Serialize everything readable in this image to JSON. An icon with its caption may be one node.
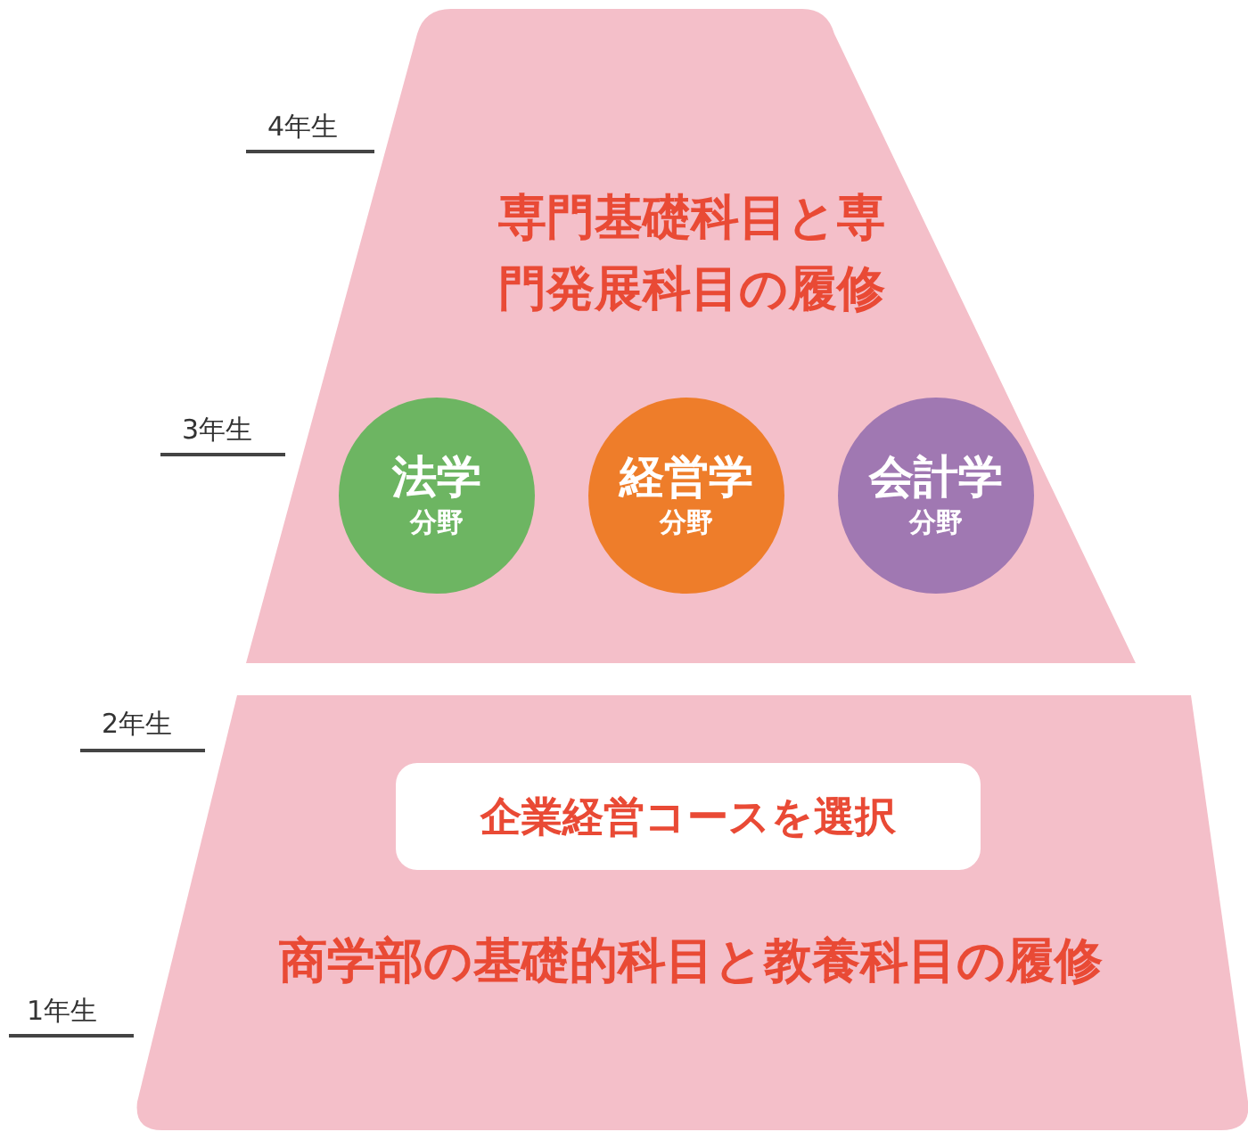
{
  "diagram": {
    "nodes": [
      {
        "text": [
          "専門基礎科目と専門発展科目の履修"
        ]
      },
      {
        "text": [
          "法学",
          "分野"
        ],
        "in": 0
      },
      {
        "text": [
          "経営学",
          "分野"
        ],
        "in": 0
      },
      {
        "text": [
          "会計学",
          "分野"
        ],
        "in": 0
      },
      {
        "text": [
          "商学部の基礎的科目と教養科目の履修"
        ]
      },
      {
        "text": [
          "企業経営コースを選択"
        ],
        "in": 4
      }
    ],
    "edges": [],
    "labels": [
      "4年生",
      "3年生",
      "2年生",
      "1年生"
    ]
  }
}
